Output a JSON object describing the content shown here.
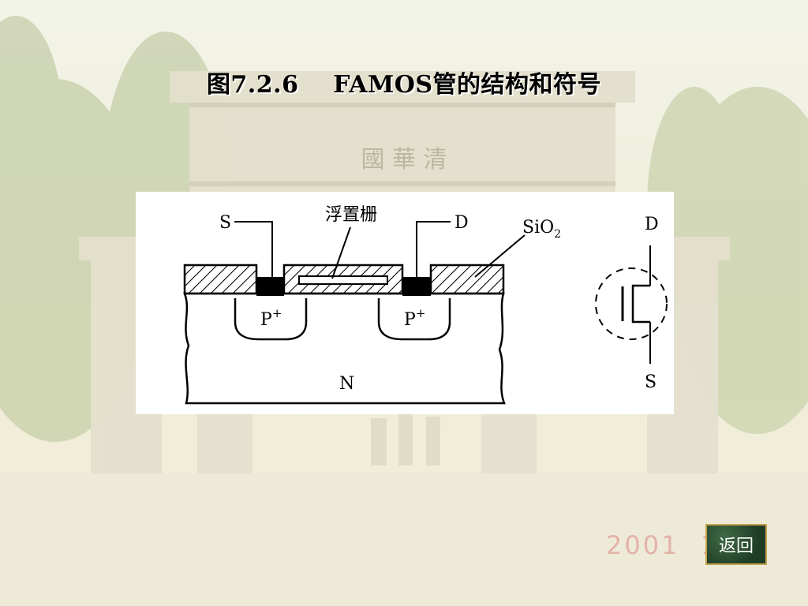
{
  "slide": {
    "title": "图7.2.6    FAMOS管的结构和符号",
    "date_watermark": "2001  11",
    "back_button_label": "返回",
    "background_gate_text": "國 華 清"
  },
  "diagram": {
    "labels": {
      "source": "S",
      "drain": "D",
      "floating_gate": "浮置栅",
      "oxide": "SiO",
      "oxide_subscript": "2",
      "p_region": "P",
      "p_superscript": "+",
      "substrate": "N",
      "symbol_drain": "D",
      "symbol_source": "S"
    }
  },
  "colors": {
    "background_tint": "#f1ecd4",
    "button_fill": "#2c4f33",
    "button_border": "#c6a24f"
  }
}
